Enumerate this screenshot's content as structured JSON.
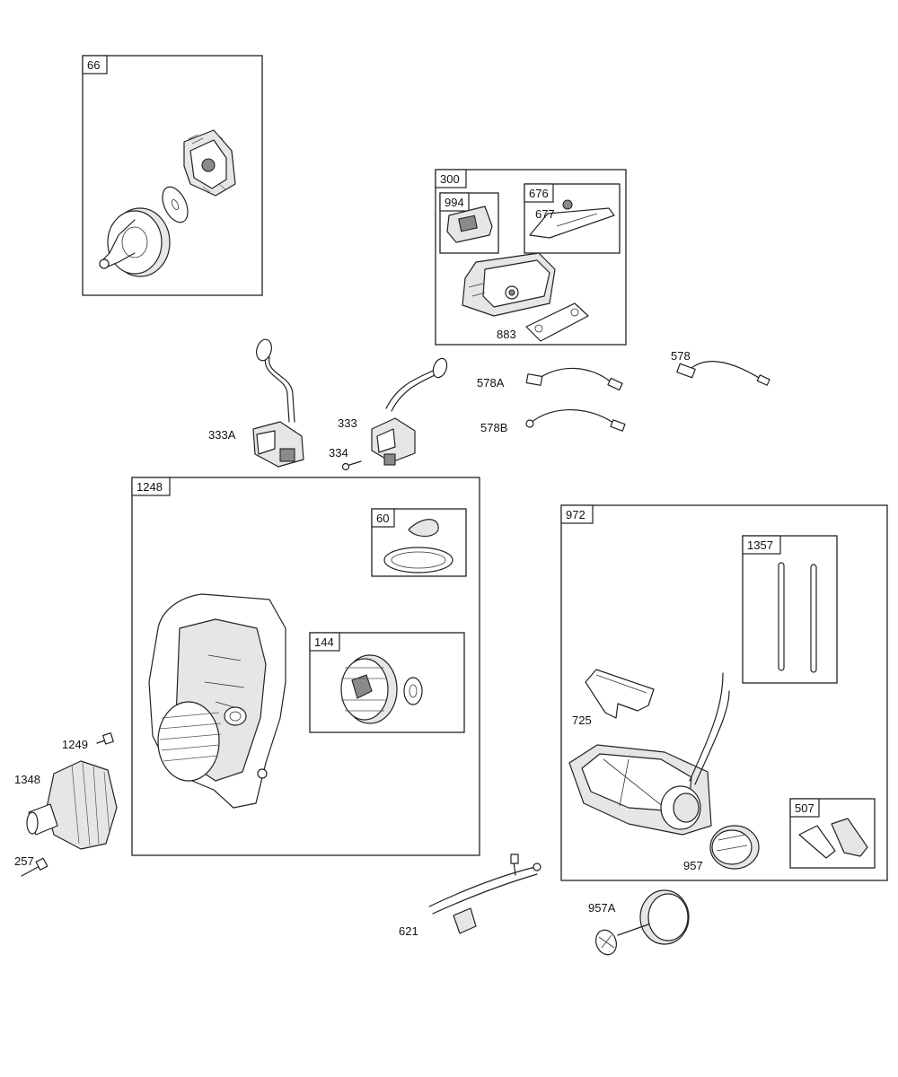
{
  "groups": {
    "g66": "66",
    "g300": "300",
    "g994": "994",
    "g676": "676",
    "g1248": "1248",
    "g60": "60",
    "g144": "144",
    "g972": "972",
    "g1357": "1357",
    "g507": "507"
  },
  "parts": {
    "p677": "677",
    "p883": "883",
    "p578": "578",
    "p578A": "578A",
    "p578B": "578B",
    "p333A": "333A",
    "p333": "333",
    "p334": "334",
    "p1249": "1249",
    "p1348": "1348",
    "p257": "257",
    "p725": "725",
    "p957": "957",
    "p957A": "957A",
    "p621": "621"
  }
}
